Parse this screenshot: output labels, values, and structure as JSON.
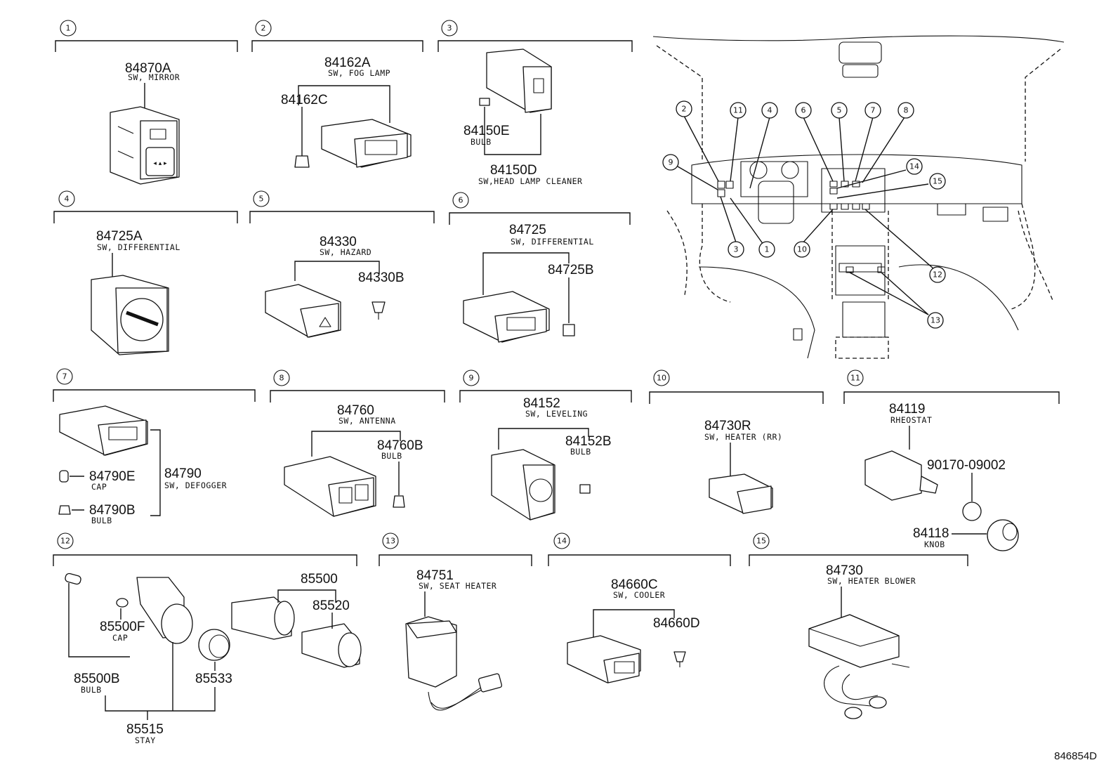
{
  "diagram_code": "846854D",
  "sections": [
    {
      "num": "1",
      "parts": [
        {
          "pn": "84870A",
          "desc": "SW, MIRROR"
        }
      ]
    },
    {
      "num": "2",
      "parts": [
        {
          "pn": "84162A",
          "desc": "SW, FOG LAMP"
        },
        {
          "pn": "84162C",
          "desc": ""
        }
      ]
    },
    {
      "num": "3",
      "parts": [
        {
          "pn": "84150E",
          "desc": "BULB"
        },
        {
          "pn": "84150D",
          "desc": "SW,HEAD LAMP CLEANER"
        }
      ]
    },
    {
      "num": "4",
      "parts": [
        {
          "pn": "84725A",
          "desc": "SW, DIFFERENTIAL"
        }
      ]
    },
    {
      "num": "5",
      "parts": [
        {
          "pn": "84330",
          "desc": "SW, HAZARD"
        },
        {
          "pn": "84330B",
          "desc": ""
        }
      ]
    },
    {
      "num": "6",
      "parts": [
        {
          "pn": "84725",
          "desc": "SW, DIFFERENTIAL"
        },
        {
          "pn": "84725B",
          "desc": ""
        }
      ]
    },
    {
      "num": "7",
      "parts": [
        {
          "pn": "84790E",
          "desc": "CAP"
        },
        {
          "pn": "84790",
          "desc": "SW, DEFOGGER"
        },
        {
          "pn": "84790B",
          "desc": "BULB"
        }
      ]
    },
    {
      "num": "8",
      "parts": [
        {
          "pn": "84760",
          "desc": "SW, ANTENNA"
        },
        {
          "pn": "84760B",
          "desc": "BULB"
        }
      ]
    },
    {
      "num": "9",
      "parts": [
        {
          "pn": "84152",
          "desc": "SW, LEVELING"
        },
        {
          "pn": "84152B",
          "desc": "BULB"
        }
      ]
    },
    {
      "num": "10",
      "parts": [
        {
          "pn": "84730R",
          "desc": "SW, HEATER (RR)"
        }
      ]
    },
    {
      "num": "11",
      "parts": [
        {
          "pn": "84119",
          "desc": "RHEOSTAT"
        },
        {
          "pn": "90170-09002",
          "desc": ""
        },
        {
          "pn": "84118",
          "desc": "KNOB"
        }
      ]
    },
    {
      "num": "12",
      "parts": [
        {
          "pn": "85500",
          "desc": ""
        },
        {
          "pn": "85520",
          "desc": ""
        },
        {
          "pn": "85500F",
          "desc": "CAP"
        },
        {
          "pn": "85500B",
          "desc": "BULB"
        },
        {
          "pn": "85533",
          "desc": ""
        },
        {
          "pn": "85515",
          "desc": "STAY"
        }
      ]
    },
    {
      "num": "13",
      "parts": [
        {
          "pn": "84751",
          "desc": "SW, SEAT HEATER"
        }
      ]
    },
    {
      "num": "14",
      "parts": [
        {
          "pn": "84660C",
          "desc": "SW, COOLER"
        },
        {
          "pn": "84660D",
          "desc": ""
        }
      ]
    },
    {
      "num": "15",
      "parts": [
        {
          "pn": "84730",
          "desc": "SW, HEATER BLOWER"
        }
      ]
    }
  ],
  "dashboard_callouts": [
    "2",
    "11",
    "4",
    "6",
    "5",
    "7",
    "8",
    "9",
    "14",
    "15",
    "3",
    "1",
    "10",
    "12",
    "13"
  ]
}
